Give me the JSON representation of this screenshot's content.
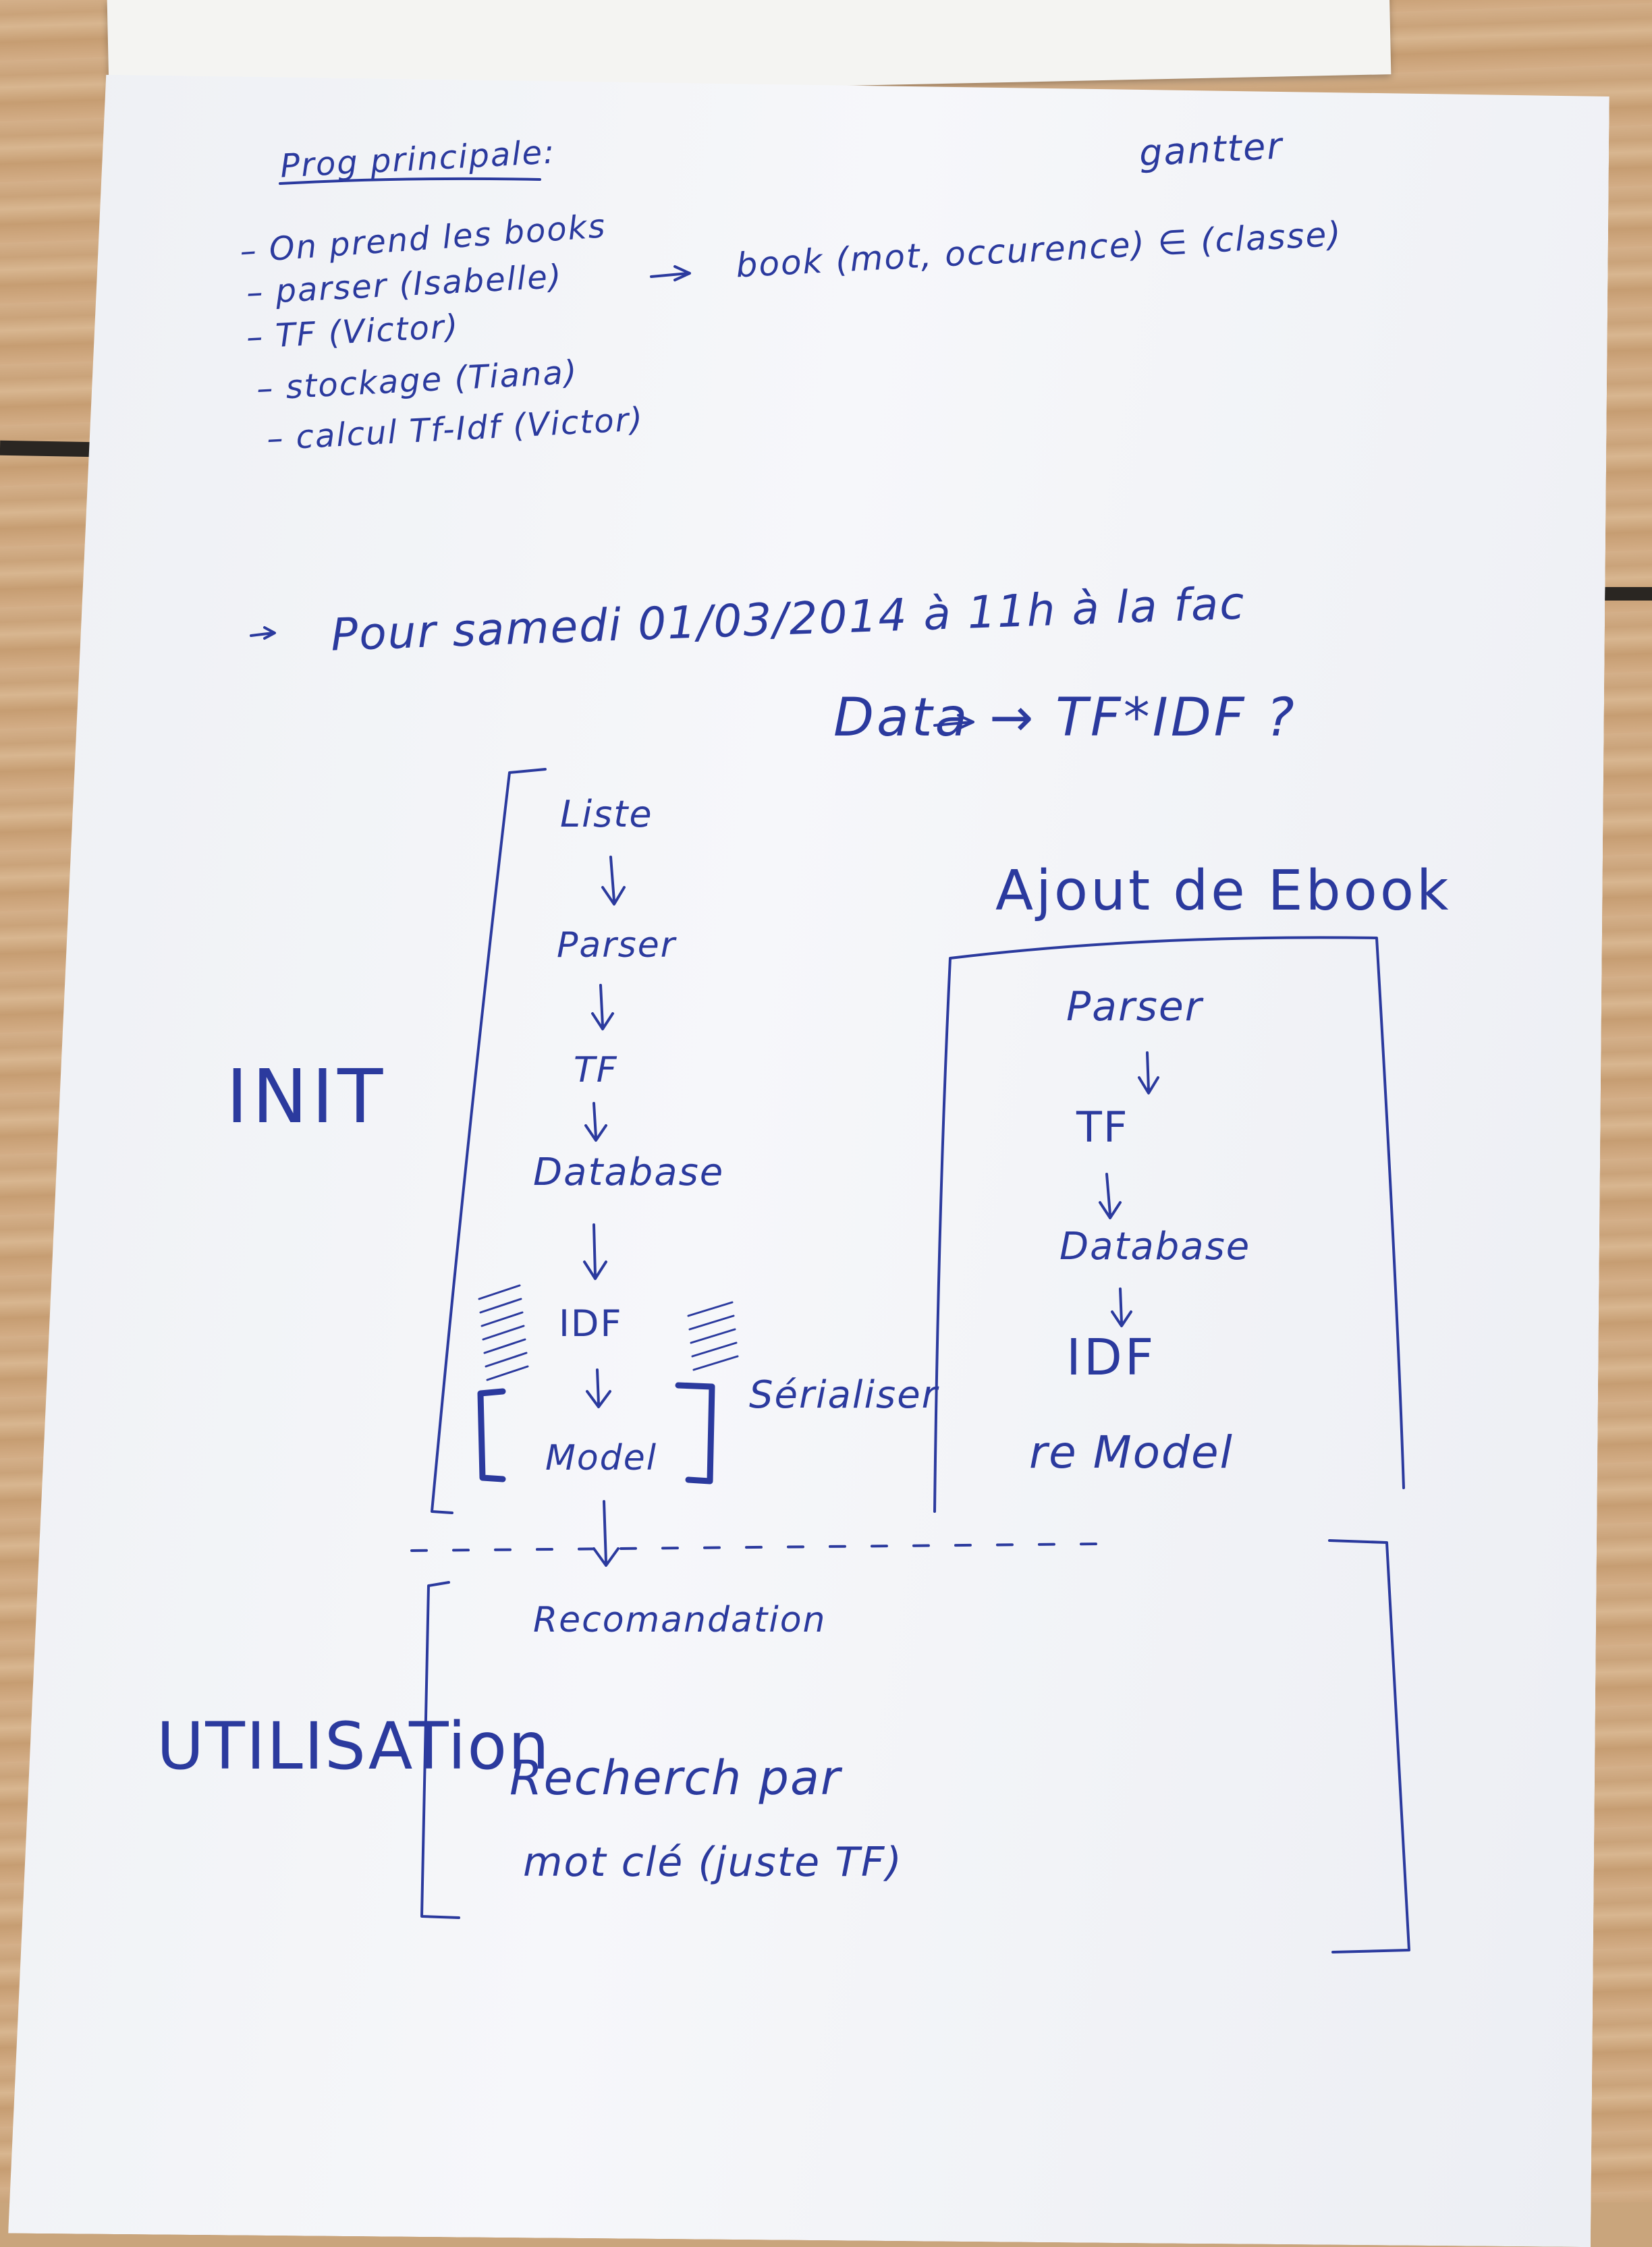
{
  "notes": {
    "heading": "Prog principale:",
    "corner": "gantter",
    "items": [
      "On prend les books",
      "parser (Isabelle)",
      "TF (Victor)",
      "stockage (Tiana)",
      "calcul Tf-Idf (Victor)"
    ],
    "book_result": "book (mot, occurence) ∈ (classe)",
    "deadline": "Pour samedi 01/03/2014 à 11h à la fac",
    "question": "Data → TF*IDF ?"
  },
  "init": {
    "label": "INIT",
    "steps": [
      "Liste",
      "Parser",
      "TF",
      "Database",
      "IDF",
      "Model"
    ],
    "side_note": "Sérialiser"
  },
  "ebook": {
    "title": "Ajout de Ebook",
    "steps": [
      "Parser",
      "TF",
      "Database",
      "IDF",
      "re Model"
    ]
  },
  "utilisation": {
    "label": "UTILISATion",
    "items": [
      "Recomandation",
      "Recherch par",
      "mot clé (juste TF)"
    ]
  },
  "colors": {
    "ink": "#2b3a9e",
    "paper": "#f3f4f7",
    "desk": "#d1ab82"
  }
}
